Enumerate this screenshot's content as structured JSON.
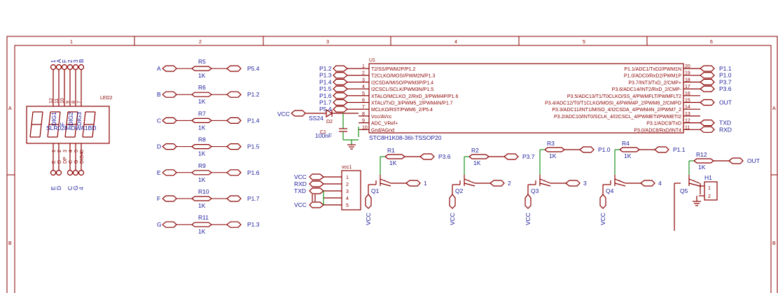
{
  "colors": {
    "line": "#8b0000",
    "text": "#1c1c9c",
    "wire": "#1a8f1a"
  },
  "frame": {
    "cols": [
      "1",
      "2",
      "3",
      "4",
      "5",
      "6"
    ],
    "rows": [
      "A",
      "B"
    ]
  },
  "led": {
    "ref": "LED2",
    "value": "SLR0284DWA1BD",
    "top": [
      "1",
      "A",
      "F",
      "2",
      "3",
      "B"
    ],
    "top2": [
      "12",
      "11",
      "10",
      "9",
      "8",
      "7"
    ],
    "digits": [
      "DIG1",
      "F",
      "DIG2",
      "DIG3"
    ],
    "bot2": [
      "1",
      "2",
      "3",
      "4",
      "5",
      "6"
    ],
    "segs": [
      "E",
      "D",
      "DP",
      "C",
      "G",
      "DIG4"
    ],
    "bot": [
      "E",
      "D",
      "C",
      "G",
      "4"
    ]
  },
  "resistors": [
    {
      "net": "A",
      "ref": "R5",
      "val": "1K",
      "port": "P5.4"
    },
    {
      "net": "B",
      "ref": "R6",
      "val": "1K",
      "port": "P1.2"
    },
    {
      "net": "C",
      "ref": "R7",
      "val": "1K",
      "port": "P1.4"
    },
    {
      "net": "D",
      "ref": "R8",
      "val": "1K",
      "port": "P1.5"
    },
    {
      "net": "E",
      "ref": "R9",
      "val": "1K",
      "port": "P1.6"
    },
    {
      "net": "F",
      "ref": "R10",
      "val": "1K",
      "port": "P1.7"
    },
    {
      "net": "G",
      "ref": "R11",
      "val": "1K",
      "port": "P1.3"
    }
  ],
  "mcu": {
    "ref": "U1",
    "part": "STC8H1K08-36I-TSSOP20",
    "left": [
      {
        "port": "P1.2",
        "num": "1",
        "name": "T2/SS/PWM2P/P1.2"
      },
      {
        "port": "P1.3",
        "num": "2",
        "name": "T2CLKO/MOSI/PWM2N/P1.3"
      },
      {
        "port": "P1.4",
        "num": "3",
        "name": "I2CSDA/MISO/PWM3P/P1.4"
      },
      {
        "port": "P1.5",
        "num": "4",
        "name": "I2CSCL/SCLK/PWM3N/P1.5"
      },
      {
        "port": "P1.6",
        "num": "5",
        "name": "XTALO/MCLKO_2/RxD_3/PWM4P/P1.6"
      },
      {
        "port": "P1.7",
        "num": "6",
        "name": "XTALI/TxD_3/PWM5_2/PWM4N/P1.7"
      },
      {
        "port": "P5.4",
        "num": "7",
        "name": "MCLKO/RST/PWM6_2/P5.4"
      },
      {
        "port": "",
        "num": "8",
        "name": "Vcc/AVcc"
      },
      {
        "port": "",
        "num": "9",
        "name": "ADC_VRef+"
      },
      {
        "port": "",
        "num": "10",
        "name": "Gnd/AGnd"
      }
    ],
    "right": [
      {
        "port": "P1.1",
        "num": "20",
        "name": "P1.1/ADC1/TxD2/PWM1N"
      },
      {
        "port": "P1.0",
        "num": "19",
        "name": "P1.0/ADC0/RxD2/PWM1P"
      },
      {
        "port": "P3.7",
        "num": "18",
        "name": "P3.7/INT3/TxD_2/CMP+"
      },
      {
        "port": "P3.6",
        "num": "17",
        "name": "P3.6/ADC14/INT2/RxD_2/CMP-"
      },
      {
        "port": "",
        "num": "16",
        "name": "P3.5/ADC13/T1/T0CLKO/SS_4/PWMFLT/PWMFLT2"
      },
      {
        "port": "OUT",
        "num": "15",
        "name": "P3.4/ADC12/T0/T1CLKO/MOSI_4/PWM4P_2/PWM8_2/CMPO"
      },
      {
        "port": "",
        "num": "14",
        "name": "P3.3/ADC11/INT1/MISO_4/I2CSDA_4/PWM4N_2/PWM7_2"
      },
      {
        "port": "",
        "num": "13",
        "name": "P3.2/ADC10/INT0/SCLK_4/I2CSCL_4/PWMETI/PWMETI2"
      },
      {
        "port": "TXD",
        "num": "12",
        "name": "P3.1/ADC9/TxD"
      },
      {
        "port": "RXD",
        "num": "11",
        "name": "P3.0/ADC8/RxD/INT4"
      }
    ],
    "vcc": "VCC",
    "diode_ref": "D2",
    "diode_val": "SS24",
    "cap_ref": "C1",
    "cap_val": "100nF"
  },
  "header": {
    "ref": "vcc1",
    "pins": [
      "1",
      "2",
      "3",
      "4",
      "5"
    ],
    "nets": [
      "VCC",
      "RXD",
      "TXD",
      "",
      "VCC"
    ]
  },
  "transistors": [
    {
      "ref": "Q1",
      "rref": "R1",
      "rval": "1K",
      "port": "P3.6",
      "out": "1",
      "vcc": "VCC"
    },
    {
      "ref": "Q2",
      "rref": "R2",
      "rval": "1K",
      "port": "P3.7",
      "out": "2",
      "vcc": "VCC"
    },
    {
      "ref": "Q3",
      "rref": "R3",
      "rval": "1K",
      "port": "P1.0",
      "out": "3",
      "vcc": "VCC"
    },
    {
      "ref": "Q4",
      "rref": "R4",
      "rval": "1K",
      "port": "P1.1",
      "out": "4",
      "vcc": "VCC"
    },
    {
      "ref": "Q5",
      "rref": "R12",
      "rval": "1K",
      "port": "OUT",
      "out": "",
      "vcc": ""
    }
  ],
  "h1": {
    "ref": "H1",
    "pins": [
      "1",
      "2"
    ]
  }
}
